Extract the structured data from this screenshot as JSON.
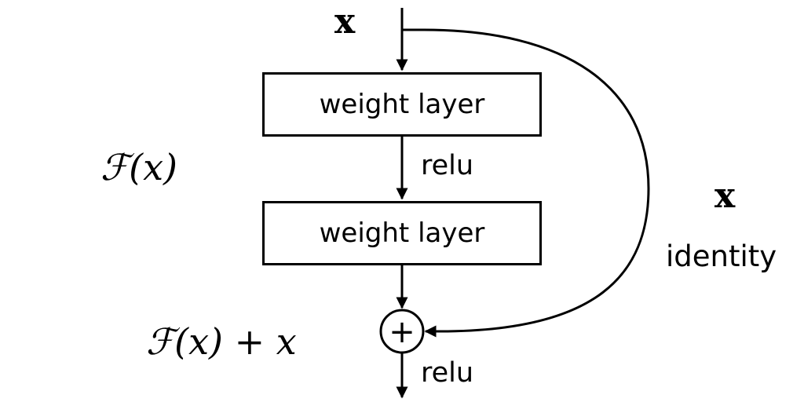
{
  "input_label": "x",
  "layers": [
    {
      "label": "weight layer"
    },
    {
      "label": "weight layer"
    }
  ],
  "activation_mid": "relu",
  "activation_out": "relu",
  "residual_label": "ℱ(x)",
  "output_label": "ℱ(x) + x",
  "shortcut": {
    "symbol": "x",
    "label": "identity"
  },
  "sum_symbol": "+"
}
